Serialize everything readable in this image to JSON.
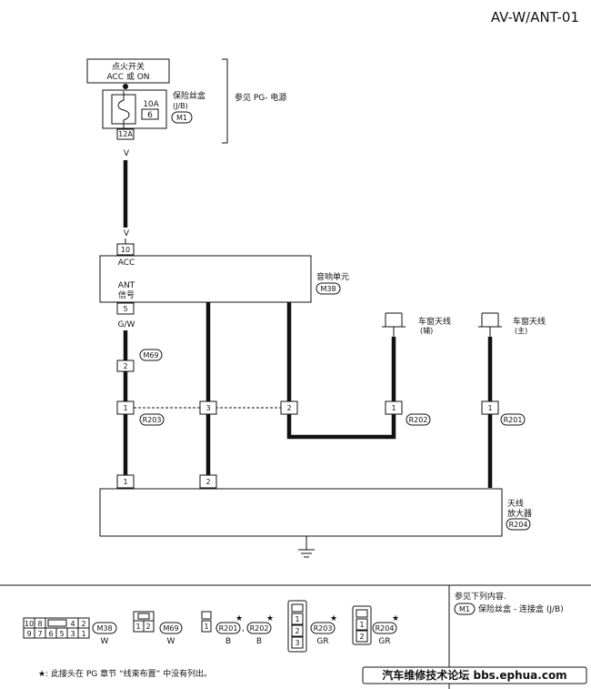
{
  "page_code": "AV-W/ANT-01",
  "ignition": {
    "line1": "点火开关",
    "line2": "ACC 或 ON"
  },
  "fuse": {
    "title": "保险丝盒",
    "sub": "(J/B)",
    "rating": "10A",
    "number": "6",
    "connector": "M1",
    "terminal": "12A"
  },
  "reference": "参见 PG- 电源",
  "wire_colors": {
    "v_top": "V",
    "v_bottom": "V",
    "gw": "G/W"
  },
  "audio_unit": {
    "name": "音响单元",
    "connector": "M38",
    "pin_acc": "10",
    "label_acc": "ACC",
    "label_ant": "ANT",
    "label_signal": "信号",
    "pin_ant": "5"
  },
  "antennas": {
    "sub_name": "车窗天线",
    "sub_type": "(辅)",
    "main_name": "车窗天线",
    "main_type": "(主)"
  },
  "connectors": {
    "m69": "M69",
    "m69_pin": "2",
    "r203": "R203",
    "r203_pin1": "1",
    "r203_pin3": "3",
    "r203_pin2": "2",
    "r202": "R202",
    "r202_pin": "1",
    "r201": "R201",
    "r201_pin": "1"
  },
  "amplifier": {
    "line1": "天线",
    "line2": "放大器",
    "connector": "R204",
    "pin1": "1",
    "pin2": "2"
  },
  "legend": {
    "m38_pins_top": [
      "10",
      "8",
      "4",
      "2"
    ],
    "m38_pins_bottom": [
      "9",
      "7",
      "6",
      "5",
      "3",
      "1"
    ],
    "m38": "M38",
    "m38_color": "W",
    "m69_pins": [
      "1",
      "2"
    ],
    "m69": "M69",
    "m69_color": "W",
    "r201_pin": "1",
    "r201": "R201",
    "r201_color": "B",
    "r202": "R202",
    "r202_color": "B",
    "comma": ",",
    "r203_pins": [
      "1",
      "2",
      "3"
    ],
    "r203": "R203",
    "r203_color": "GR",
    "r204_pins": [
      "1",
      "2"
    ],
    "r204": "R204",
    "r204_color": "GR",
    "star": "★"
  },
  "reference_box": {
    "title": "参见下列内容.",
    "connector": "M1",
    "text": "保险丝盒 - 连接盒 (J/B)"
  },
  "footnote": "★: 此接头在 PG 章节 “线束布置” 中没有列出。",
  "watermark": "汽车维修技术论坛 bbs.ephua.com"
}
